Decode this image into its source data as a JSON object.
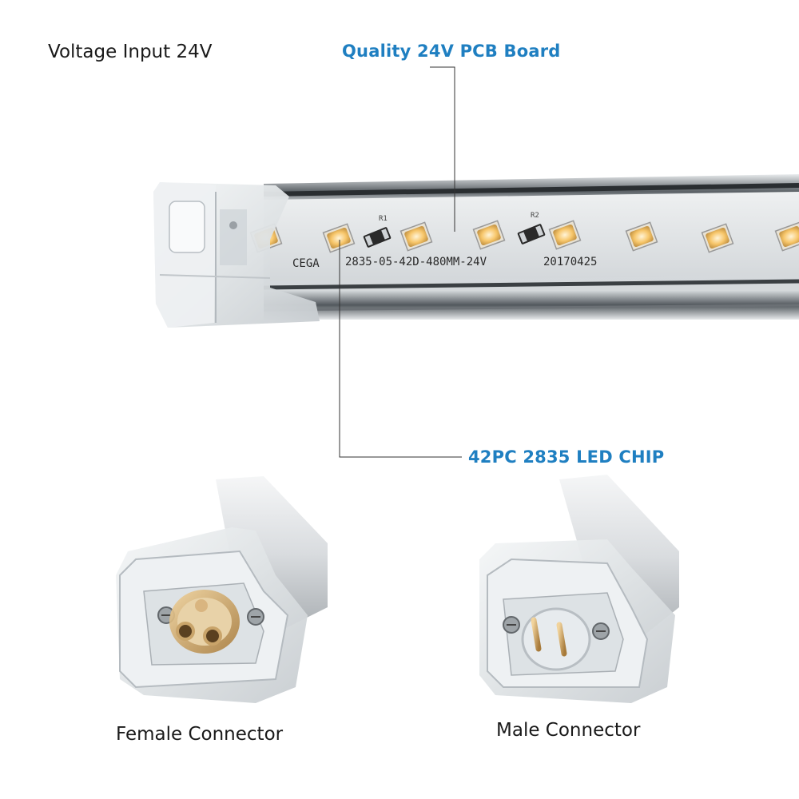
{
  "labels": {
    "voltage": "Voltage Input 24V",
    "pcb": "Quality 24V PCB Board",
    "led": "42PC  2835 LED CHIP",
    "female": "Female Connector",
    "male": "Male Connector"
  },
  "pcb_print": {
    "brand": "CEGA",
    "model": "2835-05-42D-480MM-24V",
    "date": "20170425",
    "r1": "R1",
    "r2": "R2"
  },
  "colors": {
    "callout_blue": "#1f7fc1",
    "text_dark": "#1a1a1a",
    "led_glow": "#f7c66a"
  }
}
